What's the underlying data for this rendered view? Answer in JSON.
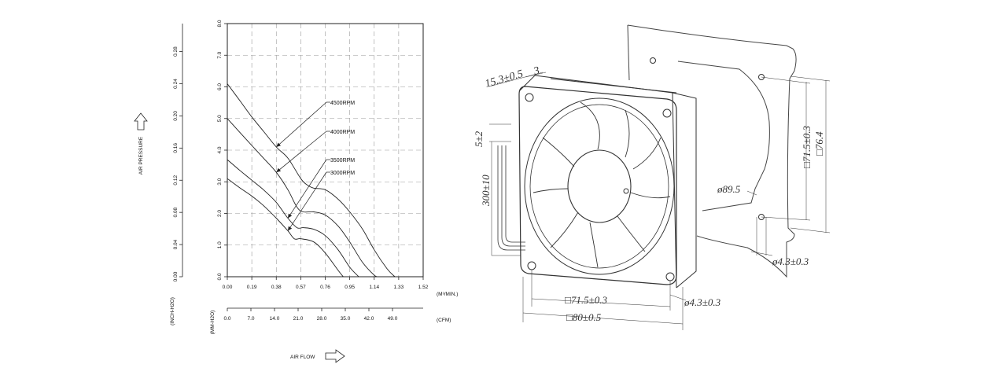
{
  "chart_data": {
    "type": "line",
    "title": "",
    "xlabel": "AIR FLOW",
    "ylabel": "AIR PRESSURE",
    "x_unit": "(M³/MIN.)",
    "x2_unit": "(CFM)",
    "y_unit": "(MM-H2O)",
    "y2_unit": "(INCH-H2O)",
    "xlim": [
      0,
      1.52
    ],
    "ylim": [
      0,
      8.0
    ],
    "x_ticks": [
      "0.00",
      "0.19",
      "0.38",
      "0.57",
      "0.76",
      "0.95",
      "1.14",
      "1.33",
      "1.52"
    ],
    "x2_ticks": [
      "0.0",
      "7.0",
      "14.0",
      "21.0",
      "28.0",
      "35.0",
      "42.0",
      "49.0"
    ],
    "y_ticks": [
      "0.0",
      "1.0",
      "2.0",
      "3.0",
      "4.0",
      "5.0",
      "6.0",
      "7.0",
      "8.0"
    ],
    "y2_ticks": [
      "0.00",
      "0.04",
      "0.08",
      "0.12",
      "0.16",
      "0.20",
      "0.24",
      "0.28"
    ],
    "grid": true,
    "series": [
      {
        "name": "4500RPM",
        "x": [
          0.0,
          0.1,
          0.19,
          0.28,
          0.38,
          0.47,
          0.57,
          0.62,
          0.67,
          0.76,
          0.86,
          0.95,
          1.05,
          1.14,
          1.24,
          1.3
        ],
        "y": [
          6.1,
          5.55,
          5.05,
          4.6,
          4.1,
          3.75,
          3.1,
          2.9,
          2.8,
          2.75,
          2.45,
          2.05,
          1.5,
          0.85,
          0.25,
          0.0
        ]
      },
      {
        "name": "4000RPM",
        "x": [
          0.0,
          0.1,
          0.19,
          0.28,
          0.38,
          0.47,
          0.54,
          0.59,
          0.67,
          0.76,
          0.86,
          0.95,
          1.05,
          1.14,
          1.17
        ],
        "y": [
          5.0,
          4.55,
          4.15,
          3.75,
          3.3,
          2.75,
          2.2,
          2.05,
          2.05,
          1.95,
          1.6,
          1.1,
          0.45,
          0.05,
          0.0
        ]
      },
      {
        "name": "3500RPM",
        "x": [
          0.0,
          0.1,
          0.19,
          0.28,
          0.38,
          0.47,
          0.54,
          0.59,
          0.67,
          0.76,
          0.86,
          0.95,
          1.02
        ],
        "y": [
          3.7,
          3.35,
          3.05,
          2.75,
          2.35,
          1.85,
          1.55,
          1.55,
          1.5,
          1.3,
          0.85,
          0.3,
          0.0
        ]
      },
      {
        "name": "3000RPM",
        "x": [
          0.0,
          0.1,
          0.19,
          0.28,
          0.38,
          0.47,
          0.52,
          0.57,
          0.67,
          0.76,
          0.86,
          0.9
        ],
        "y": [
          3.1,
          2.8,
          2.55,
          2.25,
          1.85,
          1.45,
          1.2,
          1.2,
          1.1,
          0.75,
          0.2,
          0.0
        ]
      }
    ]
  },
  "drawing": {
    "dims": {
      "depth": "15.3±0.5",
      "flange": "3",
      "lead_strip": "5±2",
      "lead_length": "300±10",
      "side_hole_pitch": "□71.5±0.3",
      "side_size": "□76.4",
      "panel_hole": "ø89.5",
      "panel_screw": "ø4.3±0.3",
      "bottom_hole_pitch": "□71.5±0.3",
      "bottom_screw": "ø4.3±0.3",
      "bottom_size": "□80±0.5"
    }
  }
}
